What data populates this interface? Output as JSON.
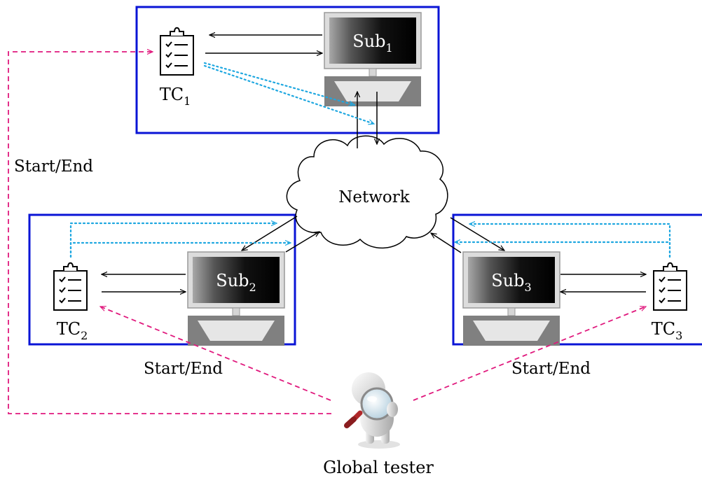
{
  "network": {
    "label": "Network"
  },
  "subsystems": [
    {
      "name": "Sub",
      "index": "1"
    },
    {
      "name": "Sub",
      "index": "2"
    },
    {
      "name": "Sub",
      "index": "3"
    }
  ],
  "test_components": [
    {
      "name": "TC",
      "index": "1"
    },
    {
      "name": "TC",
      "index": "2"
    },
    {
      "name": "TC",
      "index": "3"
    }
  ],
  "control_labels": {
    "tc1": "Start/End",
    "tc2": "Start/End",
    "tc3": "Start/End"
  },
  "global_tester": {
    "label": "Global tester"
  },
  "colors": {
    "box_border": "#0a14d6",
    "control_arrow": "#e0197d",
    "observation_arrow": "#1ea7e0",
    "message_arrow": "#000000"
  }
}
